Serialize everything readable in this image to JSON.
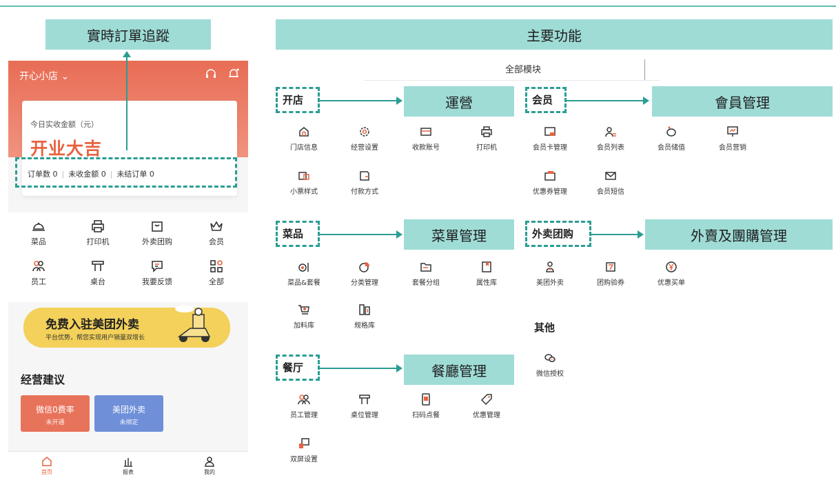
{
  "labels": {
    "left_header": "實時訂單追蹤",
    "right_header": "主要功能",
    "ops": "運營",
    "member_mgmt": "會員管理",
    "menu_mgmt": "菜單管理",
    "delivery_mgmt": "外賣及團購管理",
    "restaurant_mgmt": "餐廳管理"
  },
  "phone": {
    "store_name": "开心小店",
    "card_label": "今日实收金额（元）",
    "card_big": "开业大吉",
    "stats": [
      "订单数 0",
      "未收金额 0",
      "未结订单 0"
    ],
    "grid": [
      "菜品",
      "打印机",
      "外卖团购",
      "会员",
      "员工",
      "桌台",
      "我要反馈",
      "全部"
    ],
    "banner_title": "免费入驻美团外卖",
    "banner_sub": "平台优势，帮您实现用户销量双增长",
    "section_title": "经营建议",
    "tiles": [
      {
        "title": "微信0费率",
        "sub": "未开通",
        "color": "#e8735b"
      },
      {
        "title": "美团外卖",
        "sub": "未绑定",
        "color": "#6f8fd8"
      }
    ],
    "tabs": [
      "首页",
      "报表",
      "我的"
    ]
  },
  "panel": {
    "all_modules": "全部模块",
    "cat_open": "开店",
    "open_items": [
      "门店信息",
      "经营设置",
      "收款账号",
      "打印机",
      "小票样式",
      "付款方式"
    ],
    "cat_member": "会员",
    "member_items": [
      "会员卡管理",
      "会员列表",
      "会员储值",
      "会员营销",
      "优惠券管理",
      "会员短信"
    ],
    "cat_dish": "菜品",
    "dish_items": [
      "菜品&套餐",
      "分类管理",
      "套餐分组",
      "属性库",
      "加料库",
      "规格库"
    ],
    "cat_delivery": "外卖团购",
    "delivery_items": [
      "美团外卖",
      "团购验券",
      "优惠买单"
    ],
    "cat_other": "其他",
    "other_items": [
      "微信授权"
    ],
    "cat_restaurant": "餐厅",
    "restaurant_items": [
      "员工管理",
      "桌位管理",
      "扫码点餐",
      "优惠管理",
      "双屏设置"
    ]
  },
  "colors": {
    "teal_label": "#9fdcd6",
    "teal_line": "#2a9d92",
    "accent": "#e8623f"
  }
}
